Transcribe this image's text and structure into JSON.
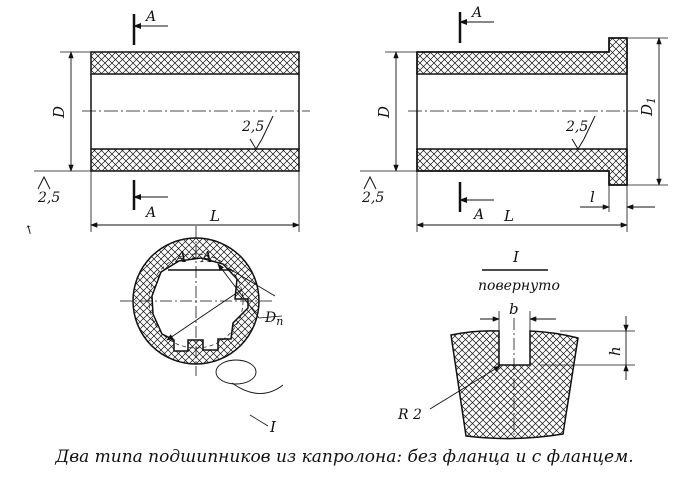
{
  "labels": {
    "section_marker": "A",
    "dim_D": "D",
    "dim_L": "L",
    "dim_D1": "D",
    "dim_D1_sub": "1",
    "dim_l": "l",
    "roughness": "2,5",
    "section_title": "A - A",
    "dim_Dn": "D",
    "dim_Dn_sub": "п",
    "detail_marker": "I",
    "detail_title": "I",
    "detail_subtitle": "повернуто",
    "dim_b": "b",
    "dim_h": "h",
    "radius": "R 2"
  },
  "caption": "Два типа подшипников из капролона: без фланца и с фланцем."
}
